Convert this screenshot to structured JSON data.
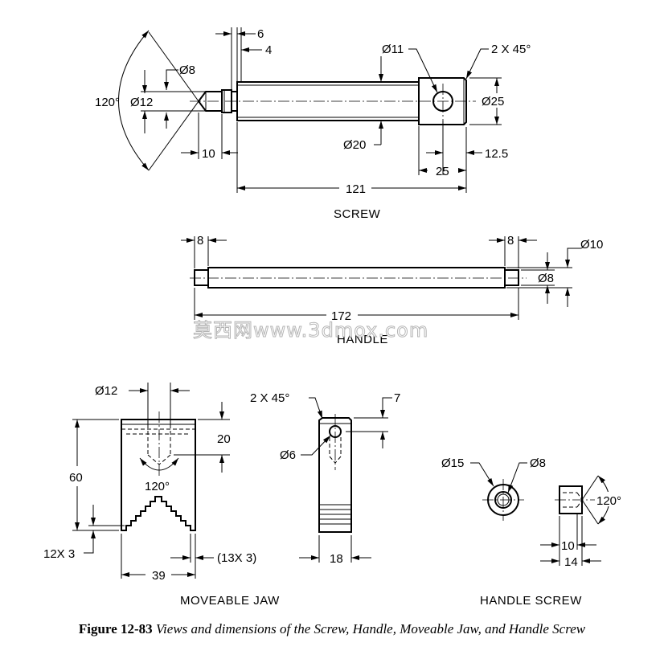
{
  "screw": {
    "title": "SCREW",
    "dims": {
      "chamfer_angle": "120°",
      "tip_diameter": "Ø8",
      "neck_diameter": "Ø12",
      "neck_length": "10",
      "groove_a": "6",
      "groove_b": "4",
      "shaft_diameter": "Ø20",
      "overall_length": "121",
      "hole_diameter": "Ø11",
      "head_chamfer": "2 X 45°",
      "head_diameter": "Ø25",
      "head_length": "25",
      "hole_offset": "12.5"
    }
  },
  "handle": {
    "title": "HANDLE",
    "dims": {
      "left_end": "8",
      "right_end": "8",
      "bar_diameter": "Ø10",
      "end_diameter": "Ø8",
      "overall_length": "172"
    }
  },
  "jaw_front": {
    "title": "MOVEABLE JAW",
    "dims": {
      "bore_diameter": "Ø12",
      "bore_depth": "20",
      "height": "60",
      "drill_angle": "120°",
      "teeth_left": "12X 3",
      "teeth_right": "(13X 3)",
      "width": "39"
    }
  },
  "jaw_side": {
    "dims": {
      "chamfer": "2 X 45°",
      "hole_offset": "7",
      "hole_diameter": "Ø6",
      "thickness": "18"
    }
  },
  "handle_screw": {
    "title": "HANDLE SCREW",
    "dims": {
      "outer_diameter": "Ø15",
      "inner_diameter": "Ø8",
      "angle": "120°",
      "thread_length": "10",
      "length": "14"
    }
  },
  "watermark": "莫西网www.3dmox.com",
  "caption": {
    "label": "Figure 12-83",
    "text": "Views and dimensions of the Screw, Handle, Moveable Jaw, and Handle Screw"
  }
}
